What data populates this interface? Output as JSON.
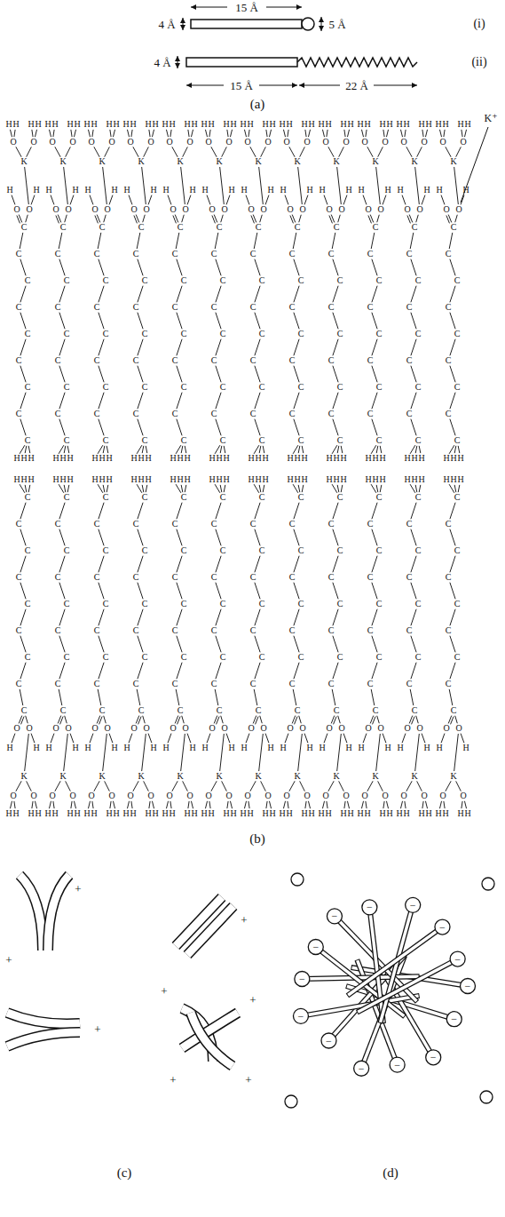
{
  "diagram": {
    "labels": [
      "15 Å",
      "4 Å",
      "5 Å",
      "(i)",
      "4 Å",
      "15 Å",
      "22 Å",
      "(ii)",
      "(a)",
      "K⁺",
      "H",
      "H",
      "H",
      "H",
      "O",
      "O",
      "K",
      "H",
      "H",
      "O",
      "O",
      "C",
      "C",
      "C",
      "C",
      "C",
      "C",
      "C",
      "C",
      "C",
      "H",
      "H",
      "H",
      "H",
      "H",
      "H",
      "H",
      "O",
      "O",
      "K",
      "H",
      "H",
      "O",
      "O",
      "C",
      "C",
      "C",
      "C",
      "C",
      "C",
      "C",
      "C",
      "C",
      "H",
      "H",
      "H",
      "H",
      "H",
      "H",
      "H",
      "O",
      "O",
      "K",
      "H",
      "H",
      "O",
      "O",
      "C",
      "C",
      "C",
      "C",
      "C",
      "C",
      "C",
      "C",
      "C",
      "H",
      "H",
      "H",
      "H",
      "H",
      "H",
      "H",
      "O",
      "O",
      "K",
      "H",
      "H",
      "O",
      "O",
      "C",
      "C",
      "C",
      "C",
      "C",
      "C",
      "C",
      "C",
      "C",
      "H",
      "H",
      "H",
      "H",
      "H",
      "H",
      "H",
      "O",
      "O",
      "K",
      "H",
      "H",
      "O",
      "O",
      "C",
      "C",
      "C",
      "C",
      "C",
      "C",
      "C",
      "C",
      "C",
      "H",
      "H",
      "H",
      "H",
      "H",
      "H",
      "H",
      "O",
      "O",
      "K",
      "H",
      "H",
      "O",
      "O",
      "C",
      "C",
      "C",
      "C",
      "C",
      "C",
      "C",
      "C",
      "C",
      "H",
      "H",
      "H",
      "H",
      "H",
      "H",
      "H",
      "O",
      "O",
      "K",
      "H",
      "H",
      "O",
      "O",
      "C",
      "C",
      "C",
      "C",
      "C",
      "C",
      "C",
      "C",
      "C",
      "H",
      "H",
      "H",
      "H",
      "H",
      "H",
      "H",
      "O",
      "O",
      "K",
      "H",
      "H",
      "O",
      "O",
      "C",
      "C",
      "C",
      "C",
      "C",
      "C",
      "C",
      "C",
      "C",
      "H",
      "H",
      "H",
      "H",
      "H",
      "H",
      "H",
      "O",
      "O",
      "K",
      "H",
      "H",
      "O",
      "O",
      "C",
      "C",
      "C",
      "C",
      "C",
      "C",
      "C",
      "C",
      "C",
      "H",
      "H",
      "H",
      "H",
      "H",
      "H",
      "H",
      "O",
      "O",
      "K",
      "H",
      "H",
      "O",
      "O",
      "C",
      "C",
      "C",
      "C",
      "C",
      "C",
      "C",
      "C",
      "C",
      "H",
      "H",
      "H",
      "H",
      "H",
      "H",
      "H",
      "O",
      "O",
      "K",
      "H",
      "H",
      "O",
      "O",
      "C",
      "C",
      "C",
      "C",
      "C",
      "C",
      "C",
      "C",
      "C",
      "H",
      "H",
      "H",
      "H",
      "H",
      "H",
      "H",
      "O",
      "O",
      "K",
      "H",
      "H",
      "O",
      "O",
      "C",
      "C",
      "C",
      "C",
      "C",
      "C",
      "C",
      "C",
      "C",
      "H",
      "H",
      "H",
      "H",
      "H",
      "H",
      "H",
      "O",
      "O",
      "K",
      "H",
      "H",
      "O",
      "O",
      "C",
      "C",
      "C",
      "C",
      "C",
      "C",
      "C",
      "C",
      "C",
      "H",
      "H",
      "H",
      "H",
      "H",
      "H",
      "H",
      "O",
      "O",
      "K",
      "H",
      "H",
      "O",
      "O",
      "C",
      "C",
      "C",
      "C",
      "C",
      "C",
      "C",
      "C",
      "C",
      "H",
      "H",
      "H",
      "H",
      "H",
      "H",
      "H",
      "O",
      "O",
      "K",
      "H",
      "H",
      "O",
      "O",
      "C",
      "C",
      "C",
      "C",
      "C",
      "C",
      "C",
      "C",
      "C",
      "H",
      "H",
      "H",
      "H",
      "H",
      "H",
      "H",
      "O",
      "O",
      "K",
      "H",
      "H",
      "O",
      "O",
      "C",
      "C",
      "C",
      "C",
      "C",
      "C",
      "C",
      "C",
      "C",
      "H",
      "H",
      "H",
      "H",
      "H",
      "H",
      "H",
      "O",
      "O",
      "K",
      "H",
      "H",
      "O",
      "O",
      "C",
      "C",
      "C",
      "C",
      "C",
      "C",
      "C",
      "C",
      "C",
      "H",
      "H",
      "H",
      "H",
      "H",
      "H",
      "H",
      "O",
      "O",
      "K",
      "H",
      "H",
      "O",
      "O",
      "C",
      "C",
      "C",
      "C",
      "C",
      "C",
      "C",
      "C",
      "C",
      "H",
      "H",
      "H",
      "H",
      "H",
      "H",
      "H",
      "O",
      "O",
      "K",
      "H",
      "H",
      "O",
      "O",
      "C",
      "C",
      "C",
      "C",
      "C",
      "C",
      "C",
      "C",
      "C",
      "H",
      "H",
      "H",
      "H",
      "H",
      "H",
      "H",
      "O",
      "O",
      "K",
      "H",
      "H",
      "O",
      "O",
      "C",
      "C",
      "C",
      "C",
      "C",
      "C",
      "C",
      "C",
      "C",
      "H",
      "H",
      "H",
      "H",
      "H",
      "H",
      "H",
      "O",
      "O",
      "K",
      "H",
      "H",
      "O",
      "O",
      "C",
      "C",
      "C",
      "C",
      "C",
      "C",
      "C",
      "C",
      "C",
      "H",
      "H",
      "H",
      "H",
      "H",
      "H",
      "H",
      "O",
      "O",
      "K",
      "H",
      "H",
      "O",
      "O",
      "C",
      "C",
      "C",
      "C",
      "C",
      "C",
      "C",
      "C",
      "C",
      "H",
      "H",
      "H",
      "H",
      "H",
      "H",
      "H",
      "O",
      "O",
      "K",
      "H",
      "H",
      "O",
      "O",
      "C",
      "C",
      "C",
      "C",
      "C",
      "C",
      "C",
      "C",
      "C",
      "H",
      "H",
      "H",
      "H",
      "H",
      "H",
      "H",
      "O",
      "O",
      "K",
      "H",
      "H",
      "O",
      "O",
      "C",
      "C",
      "C",
      "C",
      "C",
      "C",
      "C",
      "C",
      "C",
      "H",
      "H",
      "H",
      "(b)",
      "+",
      "+",
      "+",
      "+",
      "+",
      "+",
      "+",
      "+",
      "(c)",
      "−",
      "−",
      "−",
      "−",
      "−",
      "−",
      "−",
      "−",
      "−",
      "−",
      "−",
      "−",
      "−",
      "−",
      "(d)"
    ]
  }
}
